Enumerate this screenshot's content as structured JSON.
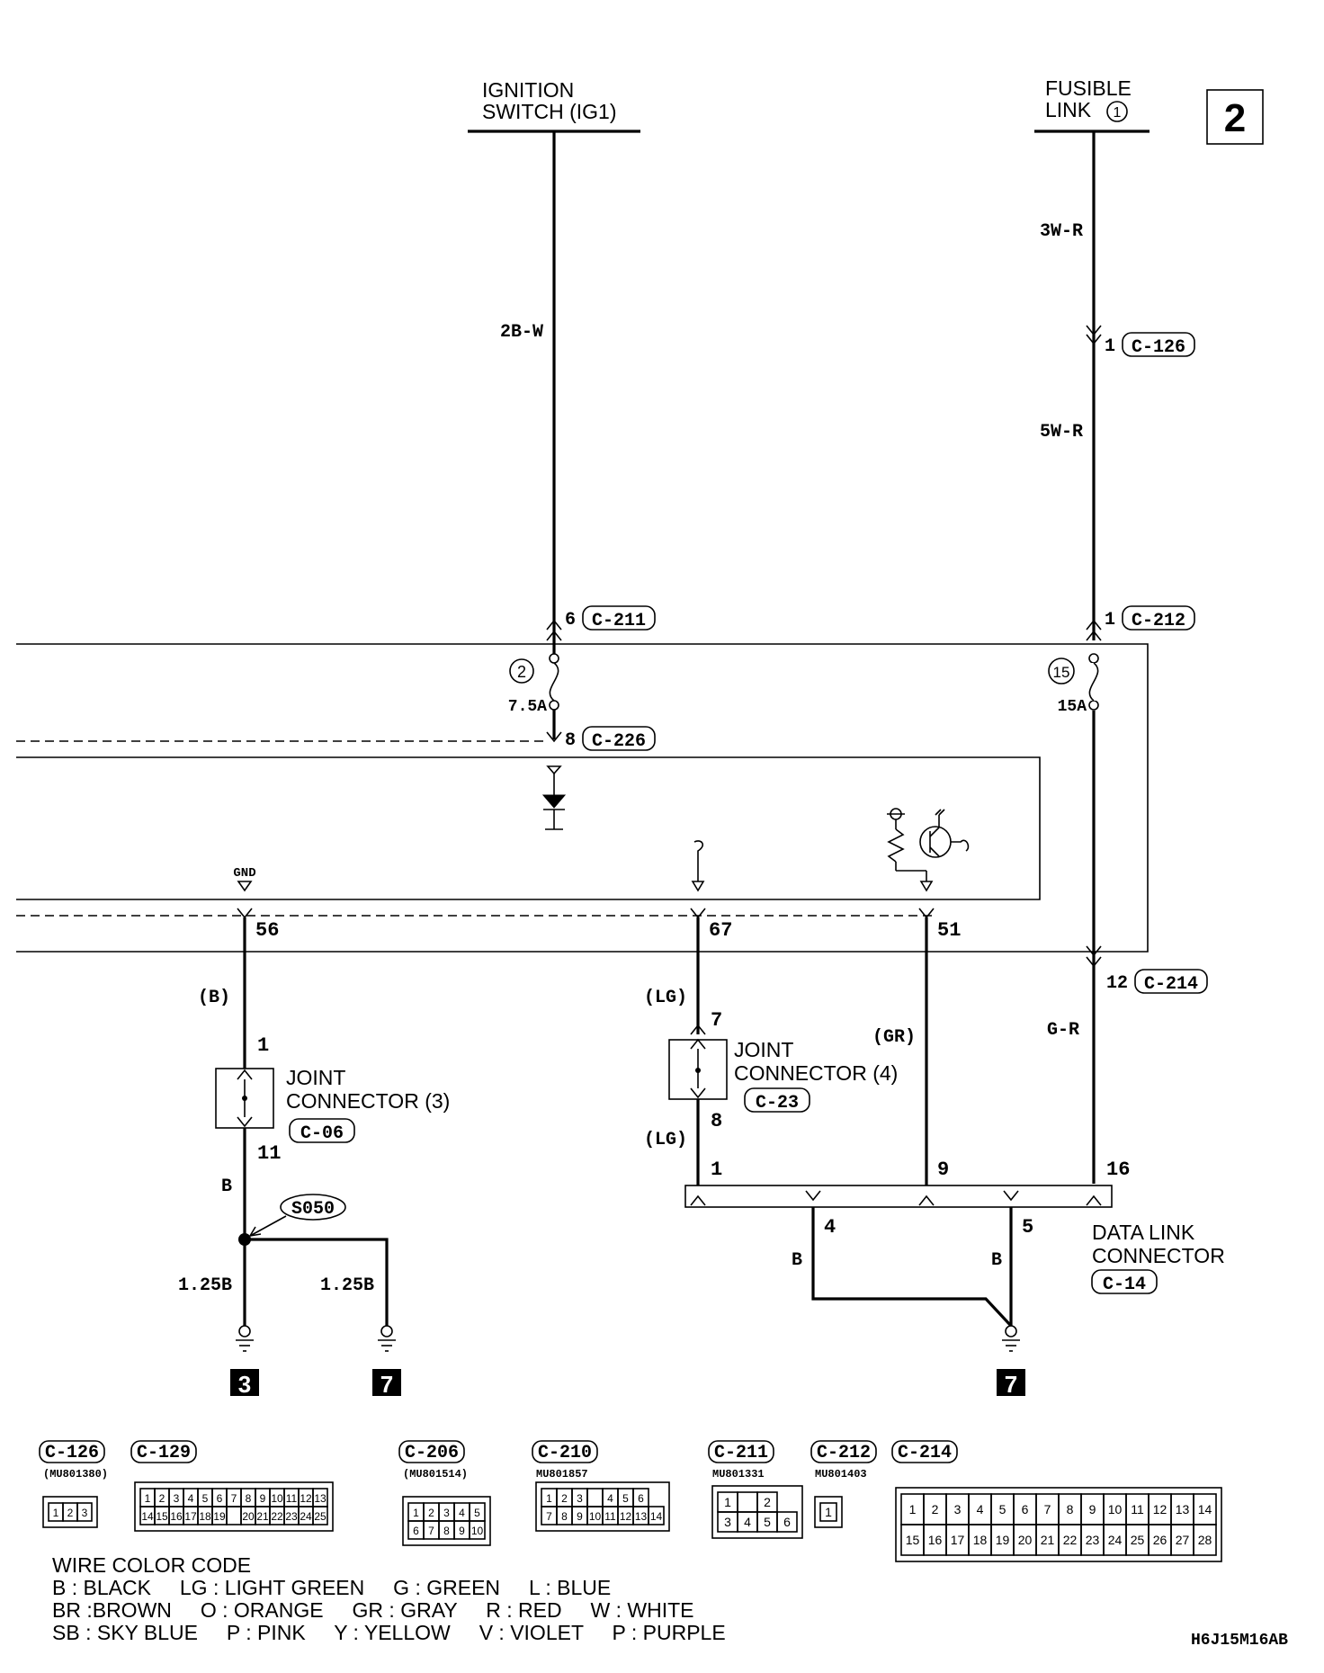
{
  "page_number": "2",
  "sources": {
    "ignition": [
      "IGNITION",
      "SWITCH (IG1)"
    ],
    "fusible": [
      "FUSIBLE",
      "LINK"
    ],
    "fusible_num": "1"
  },
  "wire_labels": {
    "w_2bw": "2B-W",
    "w_3wr": "3W-R",
    "w_5wr": "5W-R",
    "w_b_paren": "(B)",
    "w_lg1": "(LG)",
    "w_lg2": "(LG)",
    "w_gr": "(GR)",
    "w_gr2": "G-R",
    "w_b1": "B",
    "w_125b_1": "1.25B",
    "w_125b_2": "1.25B",
    "w_b_4": "B",
    "w_b_5": "B"
  },
  "connector_refs": {
    "c126": {
      "pin": "1",
      "ref": "C-126"
    },
    "c211": {
      "pin": "6",
      "ref": "C-211"
    },
    "c212": {
      "pin": "1",
      "ref": "C-212"
    },
    "c226": {
      "pin": "8",
      "ref": "C-226"
    },
    "c214": {
      "pin": "12",
      "ref": "C-214"
    }
  },
  "fuses": {
    "f2": {
      "num": "2",
      "rating": "7.5A"
    },
    "f15": {
      "num": "15",
      "rating": "15A"
    }
  },
  "ecu_pins": {
    "gnd_label": "GND",
    "p56": "56",
    "p67": "67",
    "p51": "51"
  },
  "joint3": {
    "lines": [
      "JOINT",
      "CONNECTOR (3)"
    ],
    "ref": "C-06",
    "pin_top": "1",
    "pin_bot": "11"
  },
  "joint4": {
    "lines": [
      "JOINT",
      "CONNECTOR (4)"
    ],
    "ref": "C-23",
    "pin_top": "7",
    "pin_bot": "8"
  },
  "splice": "S050",
  "dlc": {
    "lines": [
      "DATA LINK",
      "CONNECTOR"
    ],
    "ref": "C-14",
    "pins": {
      "p1": "1",
      "p9": "9",
      "p16": "16",
      "p4": "4",
      "p5": "5"
    }
  },
  "grounds": {
    "g3": "3",
    "g7a": "7",
    "g7b": "7"
  },
  "connector_views": [
    {
      "ref": "C-126",
      "part": "(MU801380)",
      "rows": [
        [
          "1",
          "2",
          "3"
        ]
      ]
    },
    {
      "ref": "C-129",
      "part": "",
      "rows": [
        [
          "1",
          "2",
          "3",
          "4",
          "5",
          "6",
          "7",
          "8",
          "9",
          "10",
          "11",
          "12",
          "13"
        ],
        [
          "14",
          "15",
          "16",
          "17",
          "18",
          "19",
          "",
          "20",
          "21",
          "22",
          "23",
          "24",
          "25"
        ]
      ]
    },
    {
      "ref": "C-206",
      "part": "(MU801514)",
      "rows": [
        [
          "1",
          "2",
          "3",
          "4",
          "5"
        ],
        [
          "6",
          "7",
          "8",
          "9",
          "10"
        ]
      ]
    },
    {
      "ref": "C-210",
      "part": "MU801857",
      "rows": [
        [
          "1",
          "2",
          "3",
          "",
          "4",
          "5",
          "6"
        ],
        [
          "7",
          "8",
          "9",
          "10",
          "11",
          "12",
          "13",
          "14"
        ]
      ]
    },
    {
      "ref": "C-211",
      "part": "MU801331",
      "rows": [
        [
          "1",
          "",
          "2"
        ],
        [
          "3",
          "4",
          "5",
          "6"
        ]
      ]
    },
    {
      "ref": "C-212",
      "part": "MU801403",
      "rows": [
        [
          "1"
        ]
      ]
    },
    {
      "ref": "C-214",
      "part": "",
      "rows": [
        [
          "1",
          "2",
          "3",
          "4",
          "5",
          "6",
          "7",
          "8",
          "9",
          "10",
          "11",
          "12",
          "13",
          "14"
        ],
        [
          "15",
          "16",
          "17",
          "18",
          "19",
          "20",
          "21",
          "22",
          "23",
          "24",
          "25",
          "26",
          "27",
          "28"
        ]
      ]
    }
  ],
  "legend": {
    "title": "WIRE COLOR CODE",
    "rows": [
      "B : BLACK     LG : LIGHT GREEN     G : GREEN     L : BLUE",
      "BR :BROWN     O : ORANGE     GR : GRAY     R : RED     W : WHITE",
      "SB : SKY BLUE     P : PINK     Y : YELLOW     V : VIOLET     P : PURPLE"
    ]
  },
  "figure_code": "H6J15M16AB"
}
